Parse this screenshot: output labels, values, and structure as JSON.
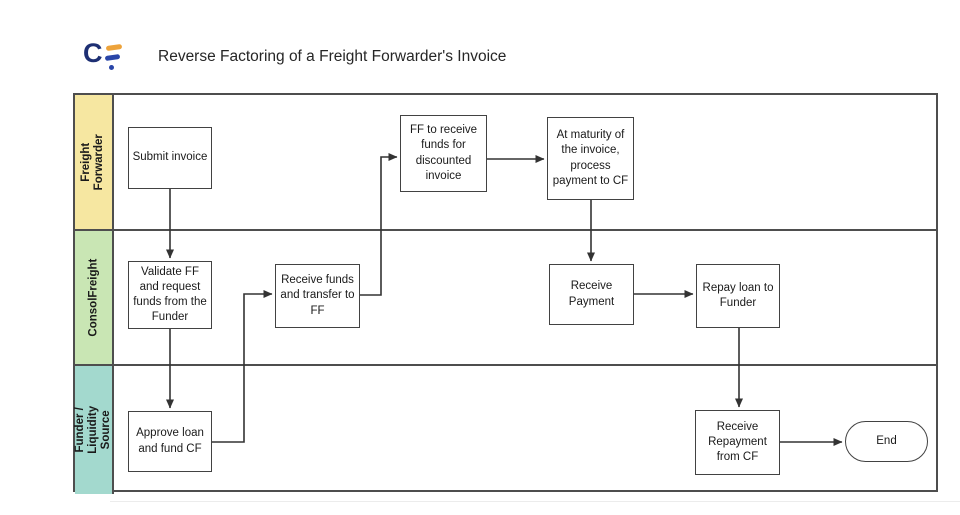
{
  "header": {
    "logo": {
      "letter": "C",
      "mark": "stylized-F",
      "navy_color": "#1d2f73",
      "accent_color": "#eda33b"
    },
    "title": "Reverse Factoring of a Freight Forwarder's Invoice"
  },
  "lanes": [
    {
      "id": "freight-forwarder",
      "label": "Freight Forwarder",
      "color": "#f6e7a1"
    },
    {
      "id": "consolfreight",
      "label": "ConsolFreight",
      "color": "#c9e6b4"
    },
    {
      "id": "funder-liquidity-source",
      "label": "Funder / Liquidity Source",
      "color": "#a3d9ce"
    }
  ],
  "nodes": [
    {
      "id": "submit-invoice",
      "lane": "Freight Forwarder",
      "shape": "rect",
      "label": "Submit invoice"
    },
    {
      "id": "ff-receive-funds",
      "lane": "Freight Forwarder",
      "shape": "rect",
      "label": "FF to receive funds for discounted invoice"
    },
    {
      "id": "at-maturity",
      "lane": "Freight Forwarder",
      "shape": "rect",
      "label": "At maturity of the invoice, process payment to CF"
    },
    {
      "id": "validate-ff",
      "lane": "ConsolFreight",
      "shape": "rect",
      "label": "Validate FF and request funds from the Funder"
    },
    {
      "id": "receive-funds-transfer",
      "lane": "ConsolFreight",
      "shape": "rect",
      "label": "Receive funds and transfer to FF"
    },
    {
      "id": "receive-payment",
      "lane": "ConsolFreight",
      "shape": "rect",
      "label": "Receive Payment"
    },
    {
      "id": "repay-loan",
      "lane": "ConsolFreight",
      "shape": "rect",
      "label": "Repay loan to Funder"
    },
    {
      "id": "approve-loan",
      "lane": "Funder / Liquidity Source",
      "shape": "rect",
      "label": "Approve loan and fund CF"
    },
    {
      "id": "receive-repayment",
      "lane": "Funder / Liquidity Source",
      "shape": "rect",
      "label": "Receive Repayment from CF"
    },
    {
      "id": "end",
      "lane": "Funder / Liquidity Source",
      "shape": "stadium",
      "label": "End"
    }
  ],
  "edges": [
    {
      "from": "submit-invoice",
      "to": "validate-ff"
    },
    {
      "from": "validate-ff",
      "to": "approve-loan"
    },
    {
      "from": "approve-loan",
      "to": "receive-funds-transfer"
    },
    {
      "from": "receive-funds-transfer",
      "to": "ff-receive-funds"
    },
    {
      "from": "ff-receive-funds",
      "to": "at-maturity"
    },
    {
      "from": "at-maturity",
      "to": "receive-payment"
    },
    {
      "from": "receive-payment",
      "to": "repay-loan"
    },
    {
      "from": "repay-loan",
      "to": "receive-repayment"
    },
    {
      "from": "receive-repayment",
      "to": "end"
    }
  ]
}
